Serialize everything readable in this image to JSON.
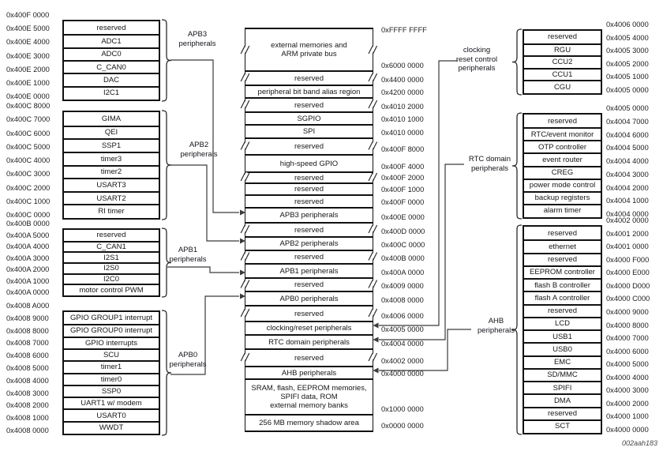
{
  "diagram": {
    "figure_id": "002aah183",
    "left_blocks": [
      {
        "label": "APB3\nperipherals",
        "rows": [
          "reserved",
          "ADC1",
          "ADC0",
          "C_CAN0",
          "DAC",
          "I2C1"
        ],
        "addresses": [
          "0x400F 0000",
          "0x400E 5000",
          "0x400E 4000",
          "0x400E 3000",
          "0x400E 2000",
          "0x400E 1000",
          "0x400E 0000"
        ]
      },
      {
        "label": "APB2\nperipherals",
        "rows": [
          "GIMA",
          "QEI",
          "SSP1",
          "timer3",
          "timer2",
          "USART3",
          "USART2",
          "RI timer"
        ],
        "addresses": [
          "0x400C 8000",
          "0x400C 7000",
          "0x400C 6000",
          "0x400C 5000",
          "0x400C 4000",
          "0x400C 3000",
          "0x400C 2000",
          "0x400C 1000",
          "0x400C 0000"
        ]
      },
      {
        "label": "APB1\nperipherals",
        "rows": [
          "reserved",
          "C_CAN1",
          "I2S1",
          "I2S0",
          "I2C0",
          "motor control PWM"
        ],
        "addresses": [
          "0x400B 0000",
          "0x400A 5000",
          "0x400A 4000",
          "0x400A 3000",
          "0x400A 2000",
          "0x400A 1000",
          "0x400A 0000"
        ]
      },
      {
        "label": "APB0\nperipherals",
        "rows": [
          "GPIO GROUP1 interrupt",
          "GPIO GROUP0 interrupt",
          "GPIO interrupts",
          "SCU",
          "timer1",
          "timer0",
          "SSP0",
          "UART1 w/ modem",
          "USART0",
          "WWDT"
        ],
        "addresses": [
          "0x4008 A000",
          "0x4008 9000",
          "0x4008 8000",
          "0x4008 7000",
          "0x4008 6000",
          "0x4008 5000",
          "0x4008 4000",
          "0x4008 3000",
          "0x4008 2000",
          "0x4008 1000",
          "0x4008 0000"
        ]
      }
    ],
    "center": {
      "top_address": "0xFFFF FFFF",
      "rows": [
        {
          "label": "external memories and\nARM private bus",
          "address_below": "0x6000 0000",
          "break": true
        },
        {
          "label": "reserved",
          "address_below": "0x4400 0000",
          "break": true
        },
        {
          "label": "peripheral bit band alias region",
          "address_below": "0x4200 0000",
          "break": false
        },
        {
          "label": "reserved",
          "address_below": "0x4010 2000",
          "break": true
        },
        {
          "label": "SGPIO",
          "address_below": "0x4010 1000",
          "break": false
        },
        {
          "label": "SPI",
          "address_below": "0x4010 0000",
          "break": false
        },
        {
          "label": "reserved",
          "address_below": "0x400F 8000",
          "break": true
        },
        {
          "label": "high-speed GPIO",
          "address_below": "0x400F 4000",
          "break": false
        },
        {
          "label": "reserved",
          "address_below": "0x400F 2000",
          "break": true
        },
        {
          "label": "reserved",
          "address_below": "0x400F 1000",
          "break": false
        },
        {
          "label": "reserved",
          "address_below": "0x400F 0000",
          "break": false
        },
        {
          "label": "APB3 peripherals",
          "address_below": "0x400E 0000",
          "break": false
        },
        {
          "label": "reserved",
          "address_below": "0x400D 0000",
          "break": true
        },
        {
          "label": "APB2 peripherals",
          "address_below": "0x400C 0000",
          "break": false
        },
        {
          "label": "reserved",
          "address_below": "0x400B 0000",
          "break": true
        },
        {
          "label": "APB1 peripherals",
          "address_below": "0x400A 0000",
          "break": false
        },
        {
          "label": "reserved",
          "address_below": "0x4009 0000",
          "break": true
        },
        {
          "label": "APB0 peripherals",
          "address_below": "0x4008 0000",
          "break": false
        },
        {
          "label": "reserved",
          "address_below": "0x4006 0000",
          "break": true
        },
        {
          "label": "clocking/reset peripherals",
          "address_below": "0x4005 0000",
          "break": false
        },
        {
          "label": "RTC domain peripherals",
          "address_below": "0x4004 0000",
          "break": false
        },
        {
          "label": "reserved",
          "address_below": "0x4002 0000",
          "break": true
        },
        {
          "label": "AHB peripherals",
          "address_below": "0x4000 0000",
          "break": false
        },
        {
          "label": "SRAM, flash, EEPROM memories,\nSPIFI data, ROM\nexternal memory banks",
          "address_below": "0x1000 0000",
          "break": false
        },
        {
          "label": "256 MB memory shadow area",
          "address_below": "0x0000 0000",
          "break": false
        }
      ]
    },
    "right_blocks": [
      {
        "label": "clocking\nreset control\nperipherals",
        "rows": [
          "reserved",
          "RGU",
          "CCU2",
          "CCU1",
          "CGU"
        ],
        "addresses": [
          "0x4006 0000",
          "0x4005 4000",
          "0x4005 3000",
          "0x4005 2000",
          "0x4005 1000",
          "0x4005 0000"
        ]
      },
      {
        "label": "RTC domain\nperipherals",
        "rows": [
          "reserved",
          "RTC/event monitor",
          "OTP controller",
          "event router",
          "CREG",
          "power mode control",
          "backup registers",
          "alarm timer"
        ],
        "addresses": [
          "0x4005 0000",
          "0x4004 7000",
          "0x4004 6000",
          "0x4004 5000",
          "0x4004 4000",
          "0x4004 3000",
          "0x4004 2000",
          "0x4004 1000",
          "0x4004 0000"
        ]
      },
      {
        "label": "AHB\nperipherals",
        "rows": [
          "reserved",
          "ethernet",
          "reserved",
          "EEPROM controller",
          "flash B controller",
          "flash A controller",
          "reserved",
          "LCD",
          "USB1",
          "USB0",
          "EMC",
          "SD/MMC",
          "SPIFI",
          "DMA",
          "reserved",
          "SCT"
        ],
        "addresses": [
          "0x4002 0000",
          "0x4001 2000",
          "0x4001 0000",
          "0x4000 F000",
          "0x4000 E000",
          "0x4000 D000",
          "0x4000 C000",
          "0x4000 9000",
          "0x4000 8000",
          "0x4000 7000",
          "0x4000 6000",
          "0x4000 5000",
          "0x4000 4000",
          "0x4000 3000",
          "0x4000 2000",
          "0x4000 1000",
          "0x4000 0000"
        ]
      }
    ]
  }
}
